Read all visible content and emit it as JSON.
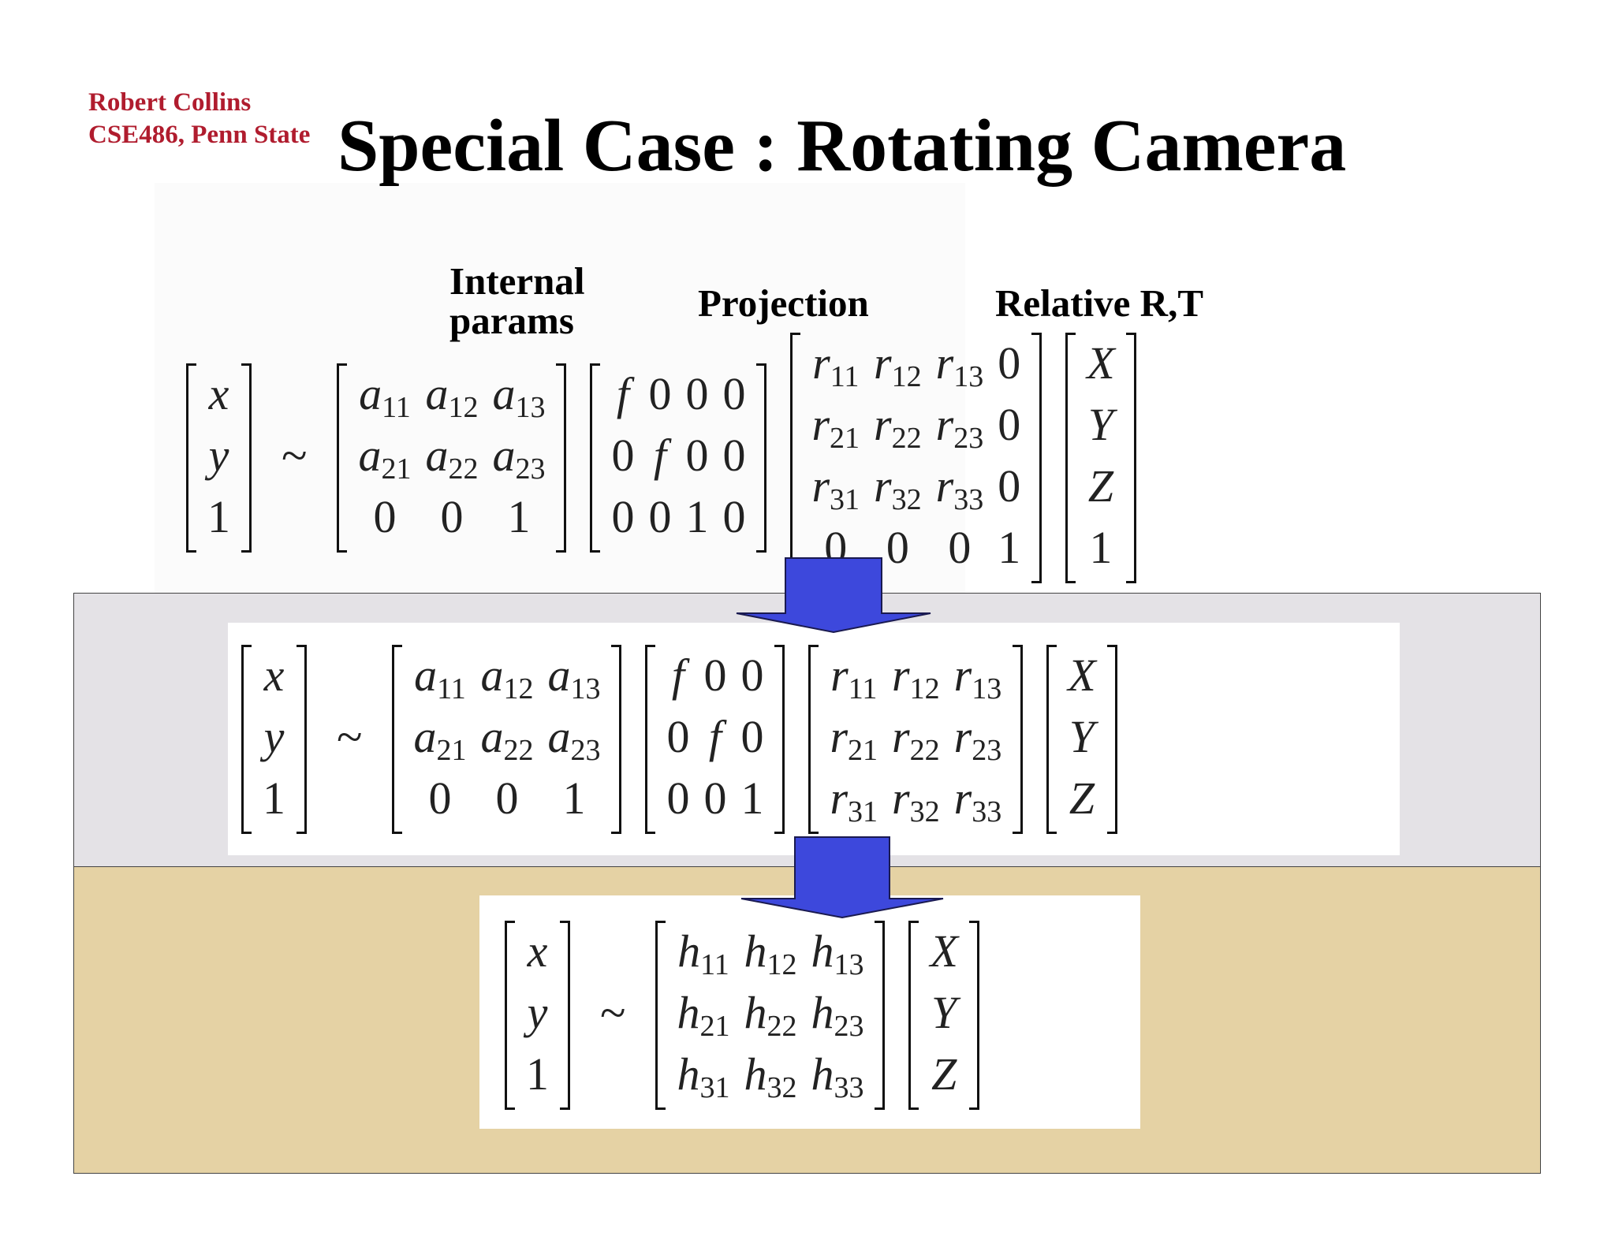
{
  "author": {
    "line1": "Robert Collins",
    "line2": "CSE486, Penn State"
  },
  "title": "Special Case : Rotating Camera",
  "labels": {
    "internal_line1": "Internal",
    "internal_line2": "params",
    "projection": "Projection",
    "relative": "Relative R,T"
  },
  "colors": {
    "author_red": "#b01c2e",
    "arrow_blue": "#3d48dc",
    "band_gray": "#e4e2e6",
    "band_tan": "#e5d2a4"
  },
  "eq1": {
    "lhs": [
      [
        "x"
      ],
      [
        "y"
      ],
      [
        "1"
      ]
    ],
    "rel": "~",
    "A": [
      [
        "a11",
        "a12",
        "a13"
      ],
      [
        "a21",
        "a22",
        "a23"
      ],
      [
        "0",
        "0",
        "1"
      ]
    ],
    "P": [
      [
        "f",
        "0",
        "0",
        "0"
      ],
      [
        "0",
        "f",
        "0",
        "0"
      ],
      [
        "0",
        "0",
        "1",
        "0"
      ]
    ],
    "RT": [
      [
        "r11",
        "r12",
        "r13",
        "0"
      ],
      [
        "r21",
        "r22",
        "r23",
        "0"
      ],
      [
        "r31",
        "r32",
        "r33",
        "0"
      ],
      [
        "0",
        "0",
        "0",
        "1"
      ]
    ],
    "X": [
      [
        "X"
      ],
      [
        "Y"
      ],
      [
        "Z"
      ],
      [
        "1"
      ]
    ]
  },
  "eq2": {
    "lhs": [
      [
        "x"
      ],
      [
        "y"
      ],
      [
        "1"
      ]
    ],
    "rel": "~",
    "A": [
      [
        "a11",
        "a12",
        "a13"
      ],
      [
        "a21",
        "a22",
        "a23"
      ],
      [
        "0",
        "0",
        "1"
      ]
    ],
    "P": [
      [
        "f",
        "0",
        "0"
      ],
      [
        "0",
        "f",
        "0"
      ],
      [
        "0",
        "0",
        "1"
      ]
    ],
    "R": [
      [
        "r11",
        "r12",
        "r13"
      ],
      [
        "r21",
        "r22",
        "r23"
      ],
      [
        "r31",
        "r32",
        "r33"
      ]
    ],
    "X": [
      [
        "X"
      ],
      [
        "Y"
      ],
      [
        "Z"
      ]
    ]
  },
  "eq3": {
    "lhs": [
      [
        "x"
      ],
      [
        "y"
      ],
      [
        "1"
      ]
    ],
    "rel": "~",
    "H": [
      [
        "h11",
        "h12",
        "h13"
      ],
      [
        "h21",
        "h22",
        "h23"
      ],
      [
        "h31",
        "h32",
        "h33"
      ]
    ],
    "X": [
      [
        "X"
      ],
      [
        "Y"
      ],
      [
        "Z"
      ]
    ]
  }
}
